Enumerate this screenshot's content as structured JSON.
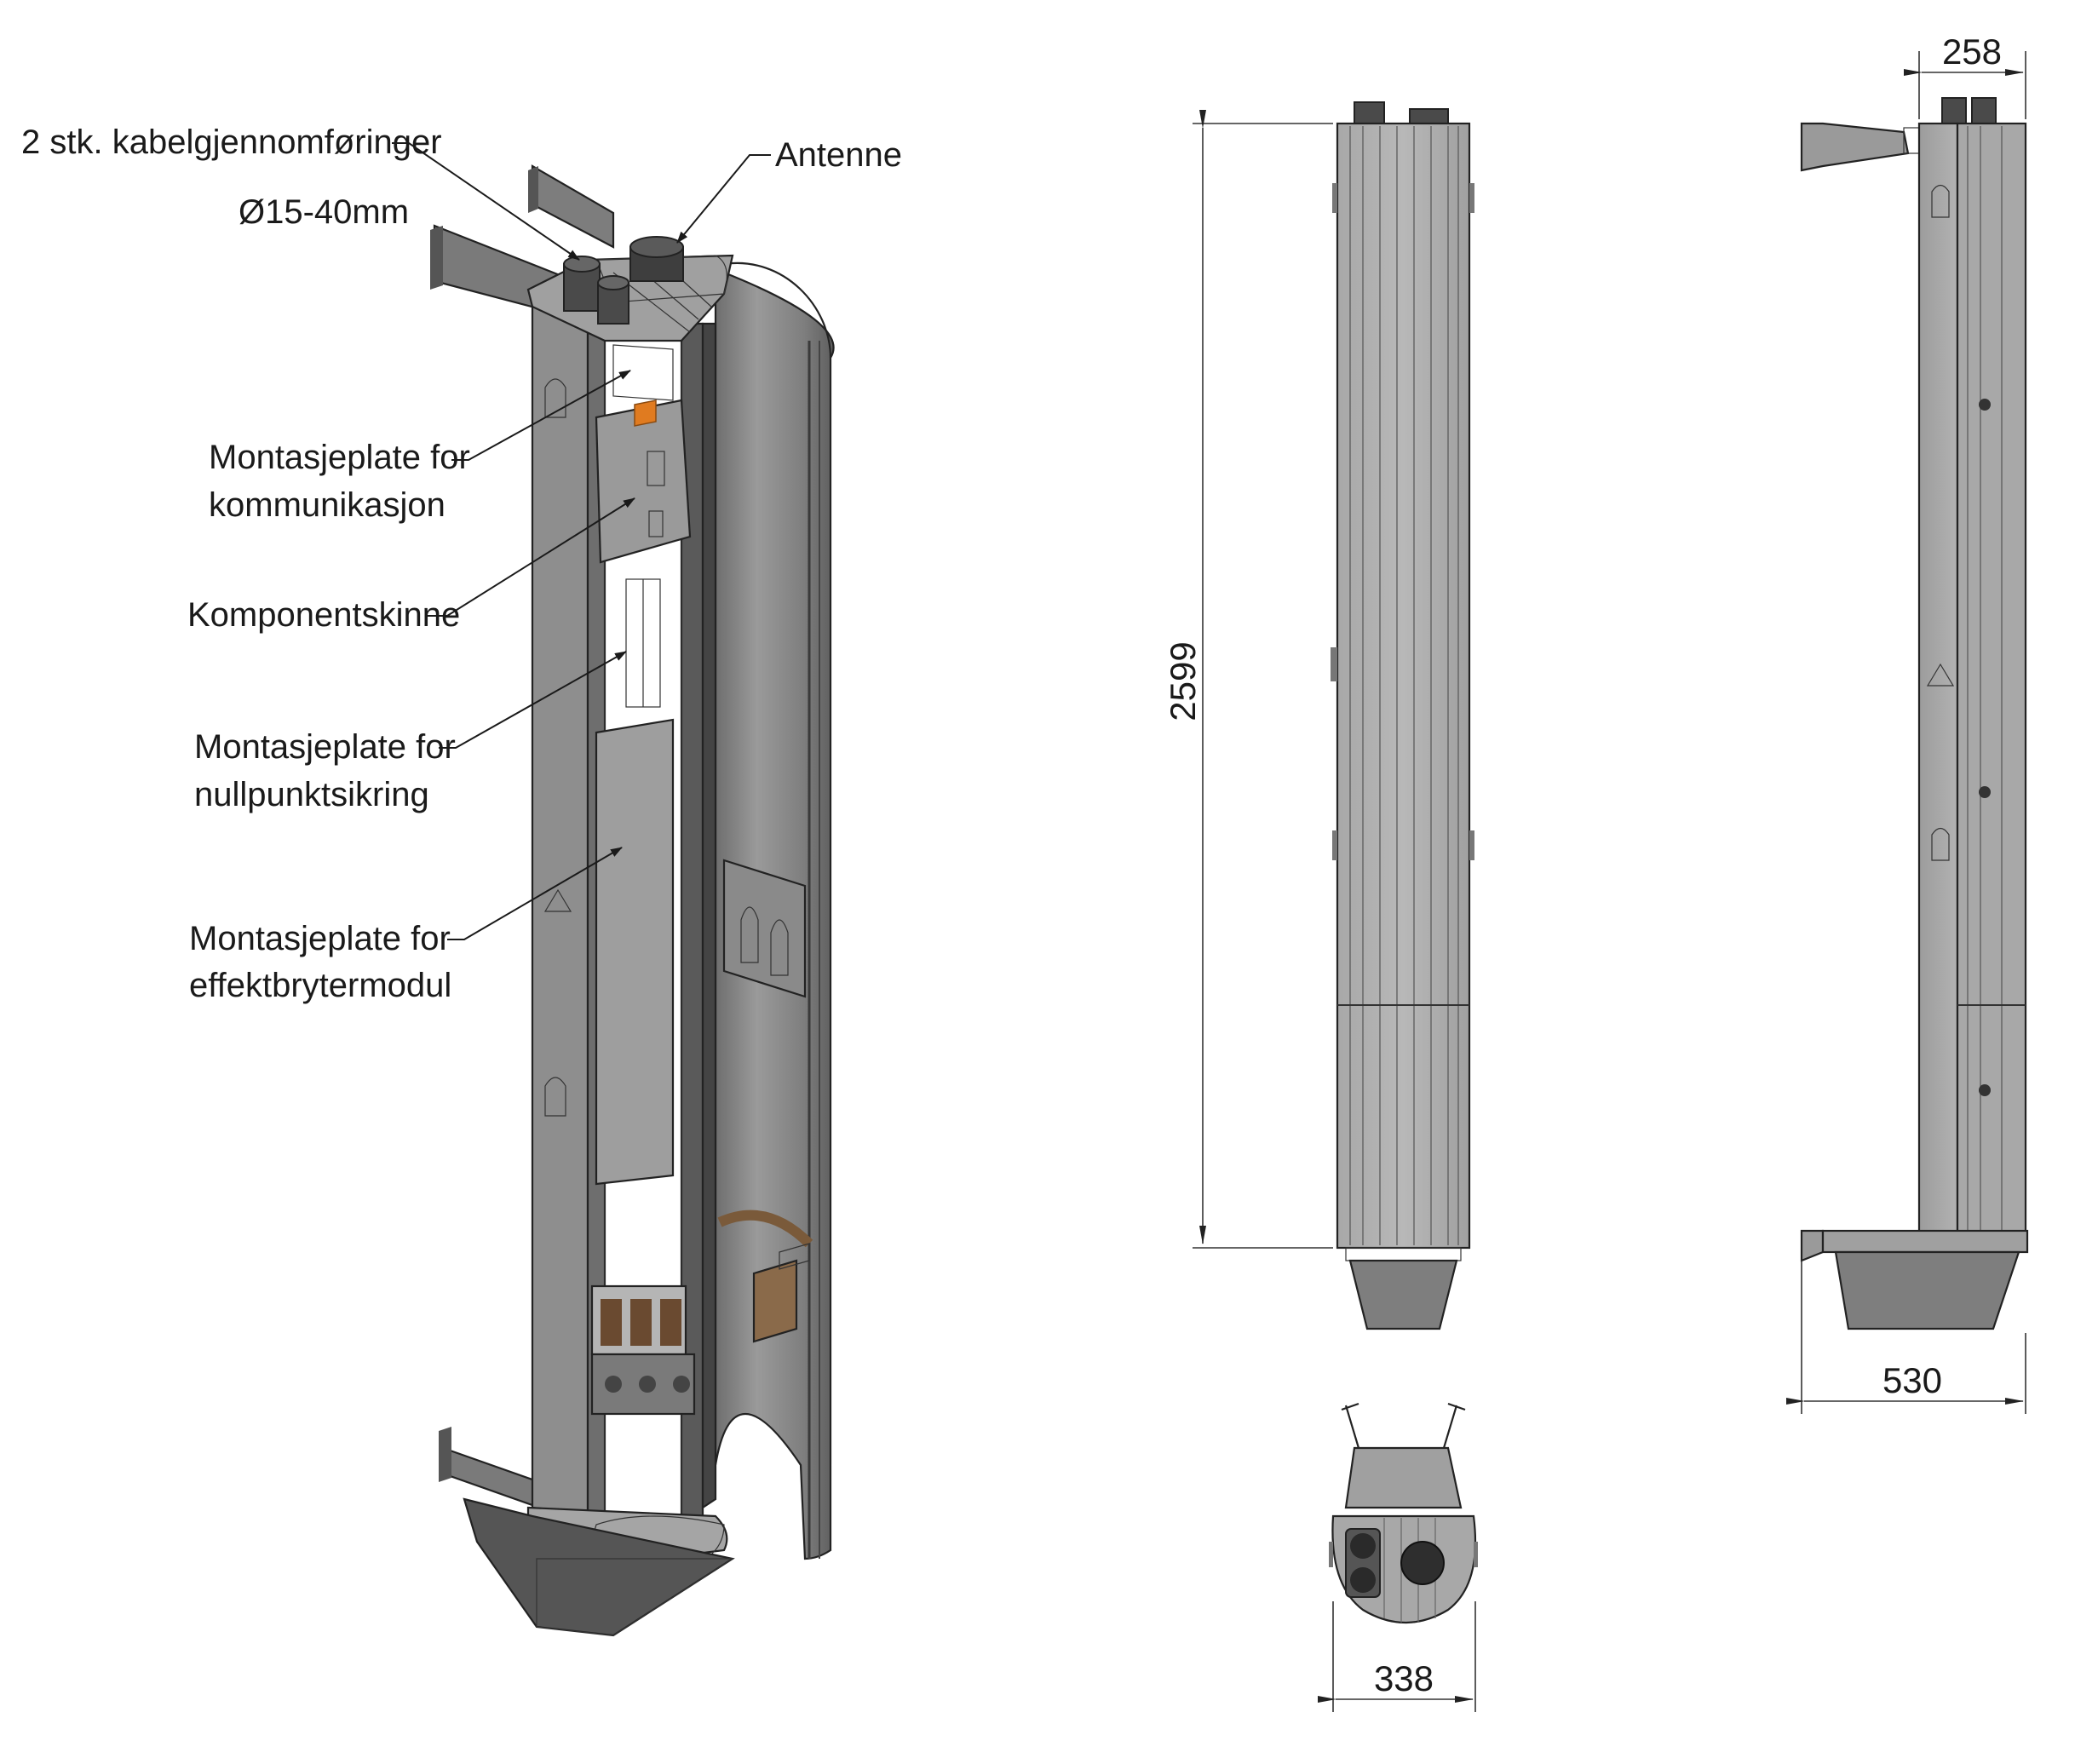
{
  "labels": {
    "cable_glands": "2 stk. kabelgjennomføringer",
    "cable_glands_diameter": "Ø15-40mm",
    "antenna": "Antenne",
    "comm_plate_l1": "Montasjeplate for",
    "comm_plate_l2": "kommunikasjon",
    "component_rail": "Komponentskinne",
    "neutral_plate_l1": "Montasjeplate for",
    "neutral_plate_l2": "nullpunktsikring",
    "breaker_plate_l1": "Montasjeplate for",
    "breaker_plate_l2": "effektbrytermodul"
  },
  "dimensions": {
    "height": "2599",
    "depth": "258",
    "overall_depth": "530",
    "width": "338"
  },
  "colors": {
    "body_gray": "#8c8c8c",
    "dark_gray": "#5a5a5a",
    "light_gray": "#c4c4c4",
    "component_brown": "#9a7a5a",
    "accent_orange": "#e07b20"
  }
}
